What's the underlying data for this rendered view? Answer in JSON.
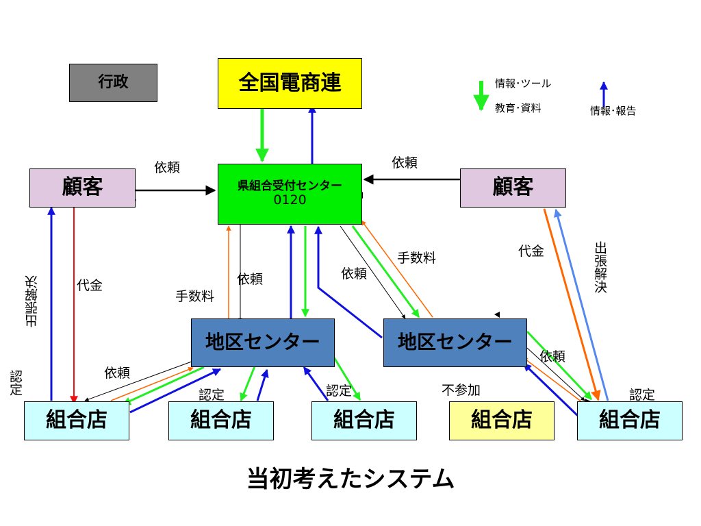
{
  "colors": {
    "green": "#22ee22",
    "blue": "#1111dd",
    "orange": "#ff6600",
    "lightblue": "#5588ee",
    "red": "#ee1111",
    "black": "#000000"
  },
  "nodes": {
    "gyosei": "行政",
    "zenkoku": "全国電商連",
    "center_line1": "県組合受付センター",
    "center_line2": "0120",
    "customer_left": "顧客",
    "customer_right": "顧客",
    "district_left": "地区センター",
    "district_right": "地区センター",
    "shop1": "組合店",
    "shop2": "組合店",
    "shop3": "組合店",
    "shop4": "組合店",
    "shop5": "組合店"
  },
  "labels": {
    "irai_top_left": "依頼",
    "irai_top_right": "依頼",
    "irai_center_down": "依頼",
    "tesuryo_left": "手数料",
    "irai_diag": "依頼",
    "tesuryo_right": "手数料",
    "daikin_right": "代金",
    "shutcho_right": "出張解決",
    "shutcho_left": "出張解決",
    "daikin_left": "代金",
    "nintei_left": "認定",
    "irai_bottom_left": "依頼",
    "nintei_shop2": "認定",
    "nintei_shop3": "認定",
    "fusanka": "不参加",
    "irai_shop5": "依頼",
    "nintei_shop5": "認定"
  },
  "legend": {
    "green_line1": "情報･ツール",
    "green_line2": "教育･資料",
    "blue_label": "情報･報告",
    "green_icon": "green-down-arrow-icon",
    "blue_icon": "blue-up-arrow-icon"
  },
  "footer_title": "当初考えたシステム"
}
